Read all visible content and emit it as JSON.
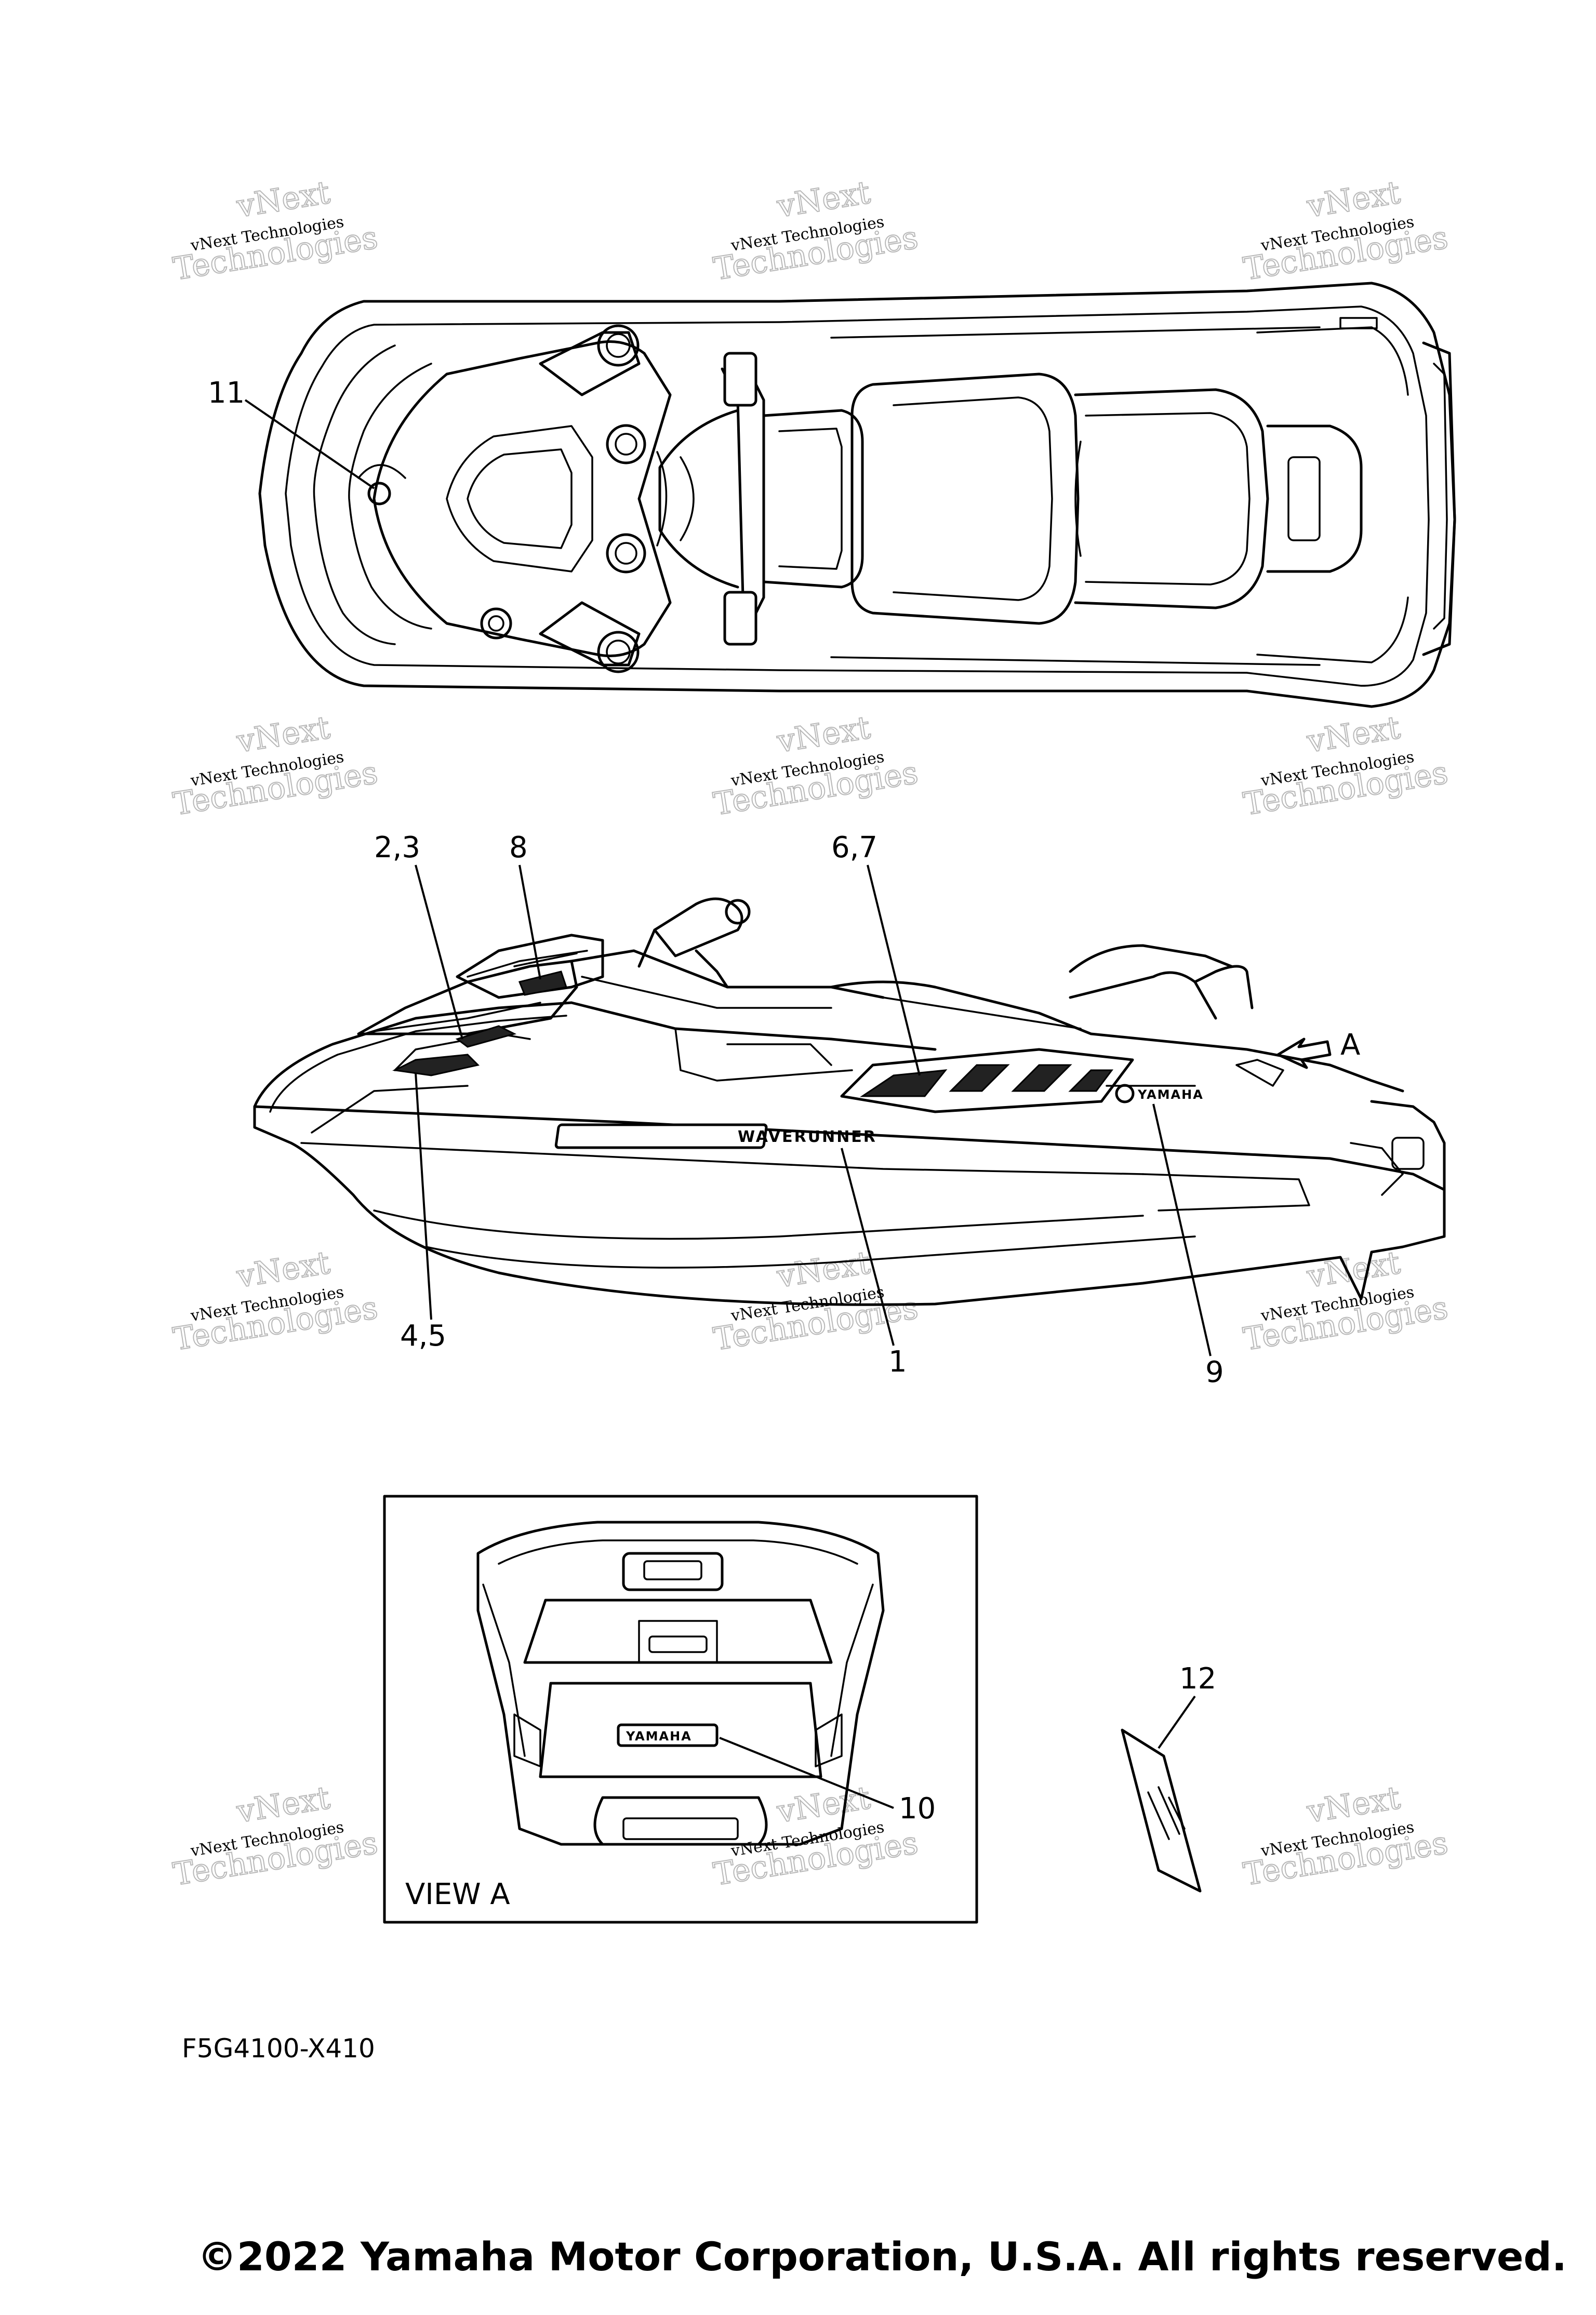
{
  "watermark": {
    "line1": "vNext",
    "line2": "vNext Technologies",
    "line3": "Technologies"
  },
  "callouts": {
    "c1": "1",
    "c23": "2,3",
    "c45": "4,5",
    "c67": "6,7",
    "c8": "8",
    "c9": "9",
    "c10": "10",
    "c11": "11",
    "c12": "12",
    "arrow_a": "A"
  },
  "decals": {
    "waverunner": "WAVERUNNER",
    "yamaha_side": "YAMAHA",
    "yamaha_rear": "YAMAHA"
  },
  "view_label": "VIEW A",
  "part_code": "F5G4100-X410",
  "copyright": "©2022 Yamaha Motor Corporation, U.S.A. All rights reserved."
}
